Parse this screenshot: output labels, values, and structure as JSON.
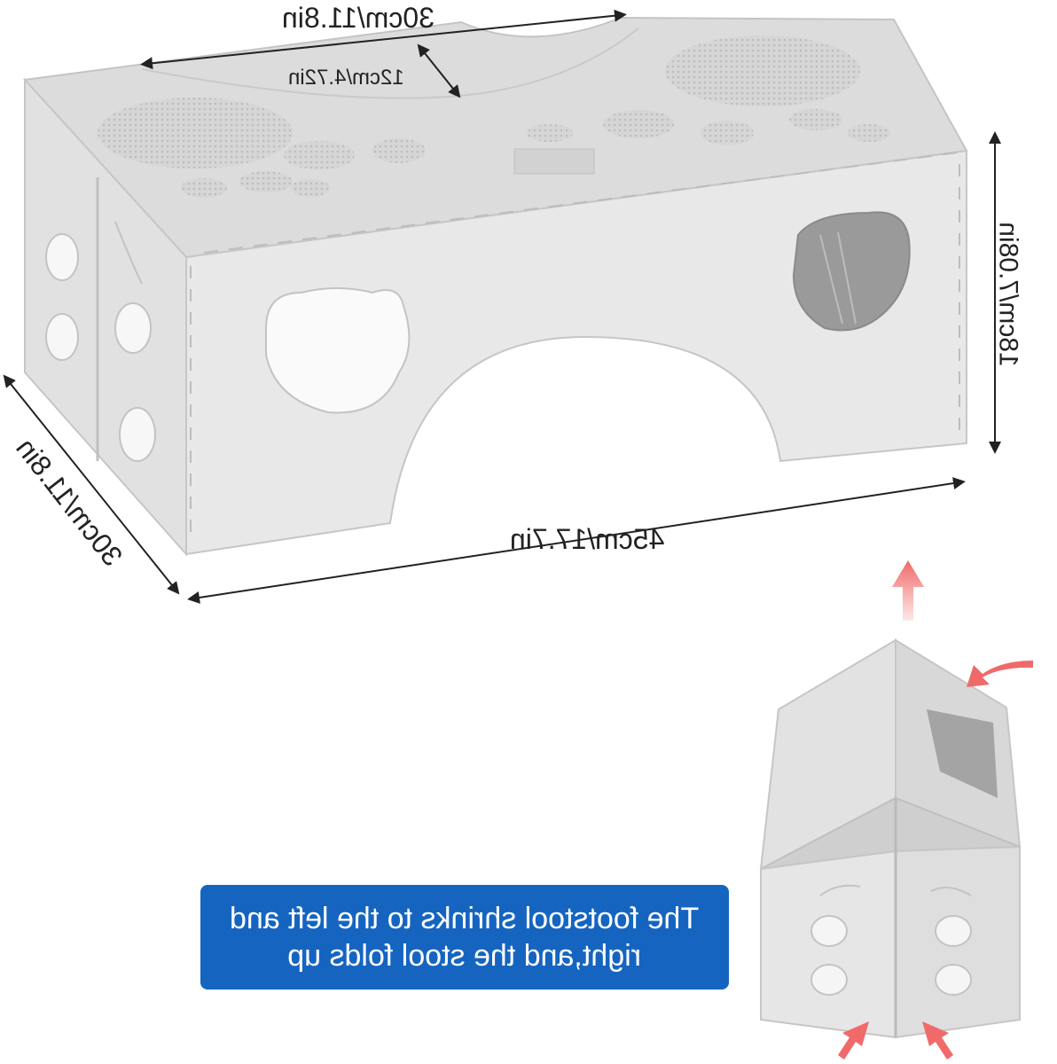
{
  "dimensions": {
    "top_width": "30cm/11.8in",
    "cutout_depth": "12cm/4.72in",
    "height": "18cm/7.08in",
    "length": "45cm/17.7in",
    "side_depth": "30cm/11.8in"
  },
  "caption": {
    "line1": "The footstool shrinks to the left and",
    "line2": "right,and the stool folds up"
  },
  "colors": {
    "stool_face": "#e6e6e6",
    "stool_top": "#dcdcdc",
    "stool_edge": "#c8c8c8",
    "cutout": "#9a9a9a",
    "caption_bg": "#1565c0",
    "arrow_fold": "#f06a6a"
  }
}
